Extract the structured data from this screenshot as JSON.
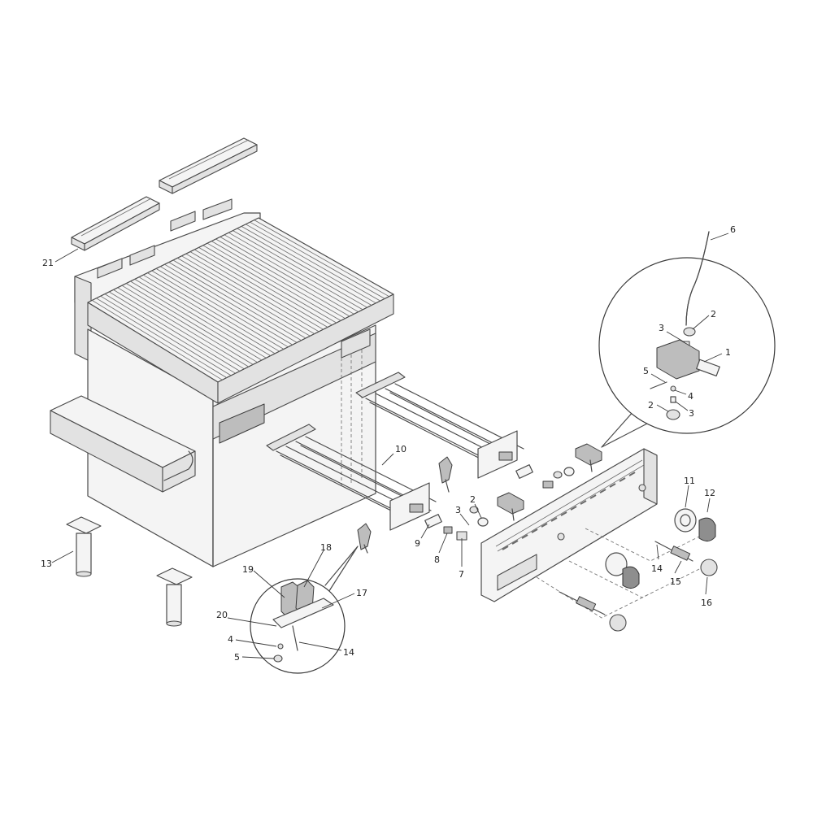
{
  "callouts": [
    {
      "label": "1"
    },
    {
      "label": "2"
    },
    {
      "label": "3"
    },
    {
      "label": "2"
    },
    {
      "label": "3"
    },
    {
      "label": "4"
    },
    {
      "label": "5"
    },
    {
      "label": "6"
    },
    {
      "label": "2"
    },
    {
      "label": "3"
    },
    {
      "label": "7"
    },
    {
      "label": "8"
    },
    {
      "label": "9"
    },
    {
      "label": "10"
    },
    {
      "label": "11"
    },
    {
      "label": "12"
    },
    {
      "label": "13"
    },
    {
      "label": "14"
    },
    {
      "label": "15"
    },
    {
      "label": "16"
    },
    {
      "label": "17"
    },
    {
      "label": "18"
    },
    {
      "label": "19"
    },
    {
      "label": "20"
    },
    {
      "label": "4"
    },
    {
      "label": "5"
    },
    {
      "label": "14"
    },
    {
      "label": "21"
    }
  ]
}
